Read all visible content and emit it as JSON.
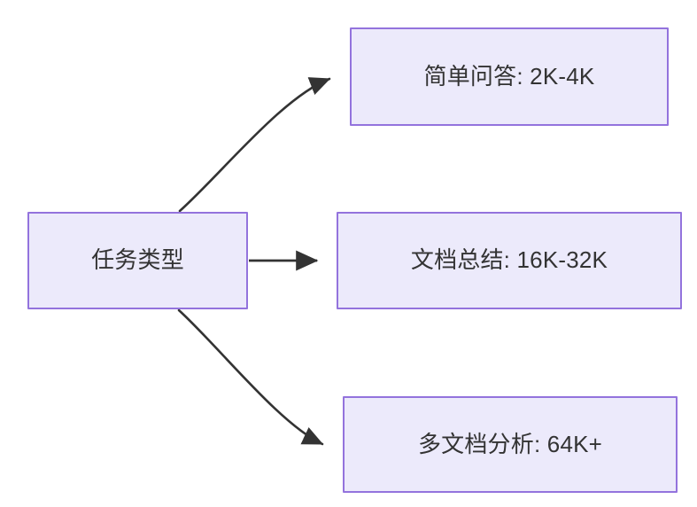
{
  "diagram": {
    "title": "任务类型",
    "background_color": "#ffffff",
    "node_fill_color": "#ECEAFB",
    "node_border_color": "#9373DD",
    "node_text_color": "#333333",
    "edge_color": "#333333",
    "nodes": [
      {
        "id": "task-type",
        "label": "任务类型"
      },
      {
        "id": "simple-qa",
        "label": "简单问答: 2K-4K"
      },
      {
        "id": "doc-summary",
        "label": "文档总结: 16K-32K"
      },
      {
        "id": "multi-doc",
        "label": "多文档分析: 64K+"
      }
    ],
    "edges": [
      {
        "id": "edge-task-to-simple-qa",
        "from": "task-type",
        "to": "simple-qa",
        "style": "curved",
        "arrowhead": true
      },
      {
        "id": "edge-task-to-doc-summary",
        "from": "task-type",
        "to": "doc-summary",
        "style": "straight",
        "arrowhead": true
      },
      {
        "id": "edge-task-to-multi-doc",
        "from": "task-type",
        "to": "multi-doc",
        "style": "curved",
        "arrowhead": true
      }
    ]
  }
}
